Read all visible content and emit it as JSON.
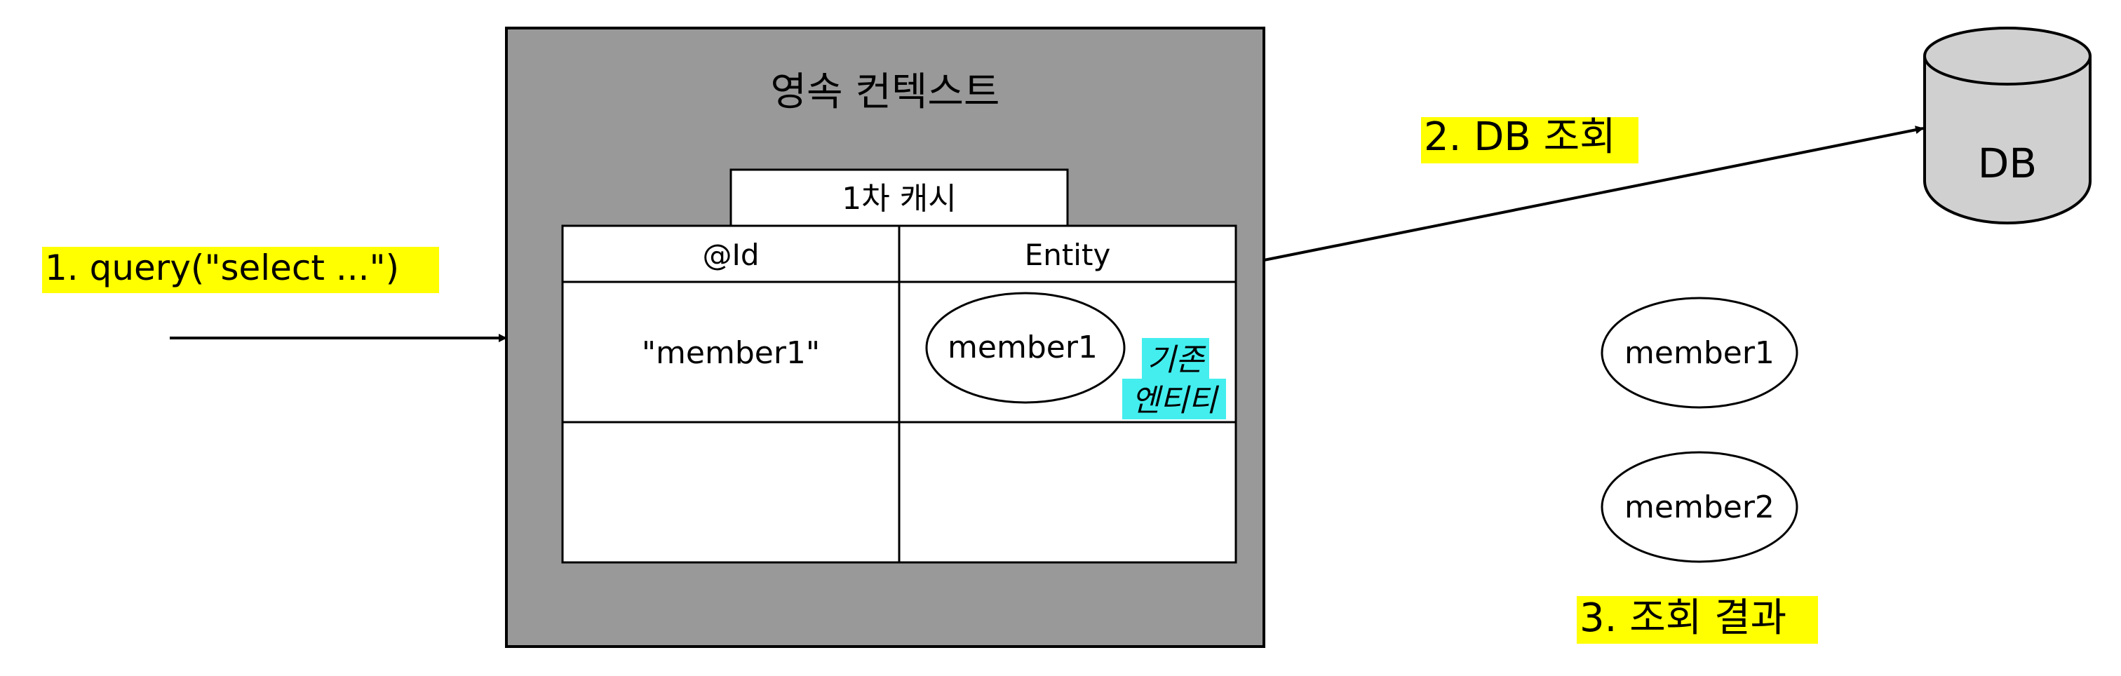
{
  "colors": {
    "background": "#ffffff",
    "context_fill": "#999999",
    "db_fill": "#d0d0d0",
    "highlight_yellow": "#ffff00",
    "highlight_cyan": "#44eeee",
    "stroke": "#000000"
  },
  "step1_label": "1. query(\"select ...\")",
  "step2_label": "2. DB 조회",
  "step3_label": "3. 조회 결과",
  "persistence_context": {
    "title": "영속 컨텍스트",
    "cache_tab": "1차 캐시",
    "table": {
      "headers": [
        "@Id",
        "Entity"
      ],
      "rows": [
        {
          "id": "\"member1\"",
          "entity": "member1"
        },
        {
          "id": "",
          "entity": ""
        }
      ]
    },
    "existing_entity_note": [
      "기존",
      "엔티티"
    ]
  },
  "database": {
    "label": "DB"
  },
  "query_results": [
    "member1",
    "member2"
  ]
}
